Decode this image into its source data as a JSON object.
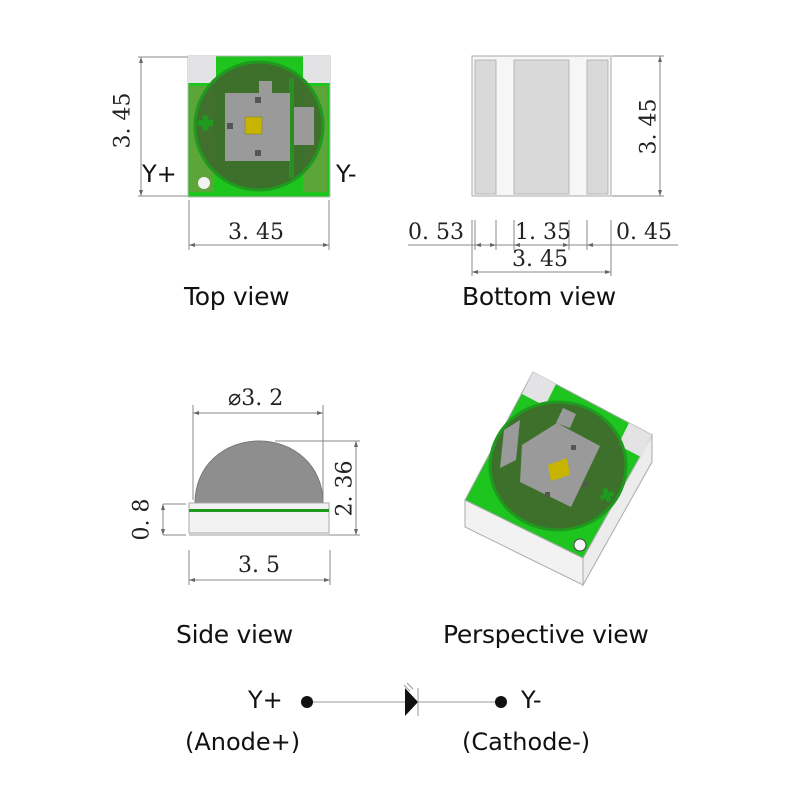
{
  "colors": {
    "pcb_green": "#1ec51e",
    "dome_dark": "#3f6b2c",
    "pad_gray": "#9e9e9e",
    "chip_yellow": "#c7b400",
    "ceramic": "#e8e8ea",
    "bottom_pad": "#d9d9d9",
    "dim_line": "#888888",
    "text": "#111111"
  },
  "top_view": {
    "caption": "Top view",
    "height_dim": "3. 45",
    "width_dim": "3. 45",
    "left_pin": "Y+",
    "right_pin": "Y-"
  },
  "bottom_view": {
    "caption": "Bottom view",
    "height_dim": "3. 45",
    "left_pad_dim": "0. 53",
    "center_pad_dim": "1. 35",
    "right_pad_dim": "0. 45",
    "total_width_dim": "3. 45"
  },
  "side_view": {
    "caption": "Side view",
    "lens_diameter_dim": "⌀3. 2",
    "total_height_dim": "2. 36",
    "base_height_dim": "0. 8",
    "width_dim": "3. 5"
  },
  "perspective_view": {
    "caption": "Perspective view"
  },
  "schematic": {
    "anode_label": "Y+",
    "anode_desc": "(Anode+)",
    "cathode_label": "Y-",
    "cathode_desc": "(Cathode-)"
  }
}
